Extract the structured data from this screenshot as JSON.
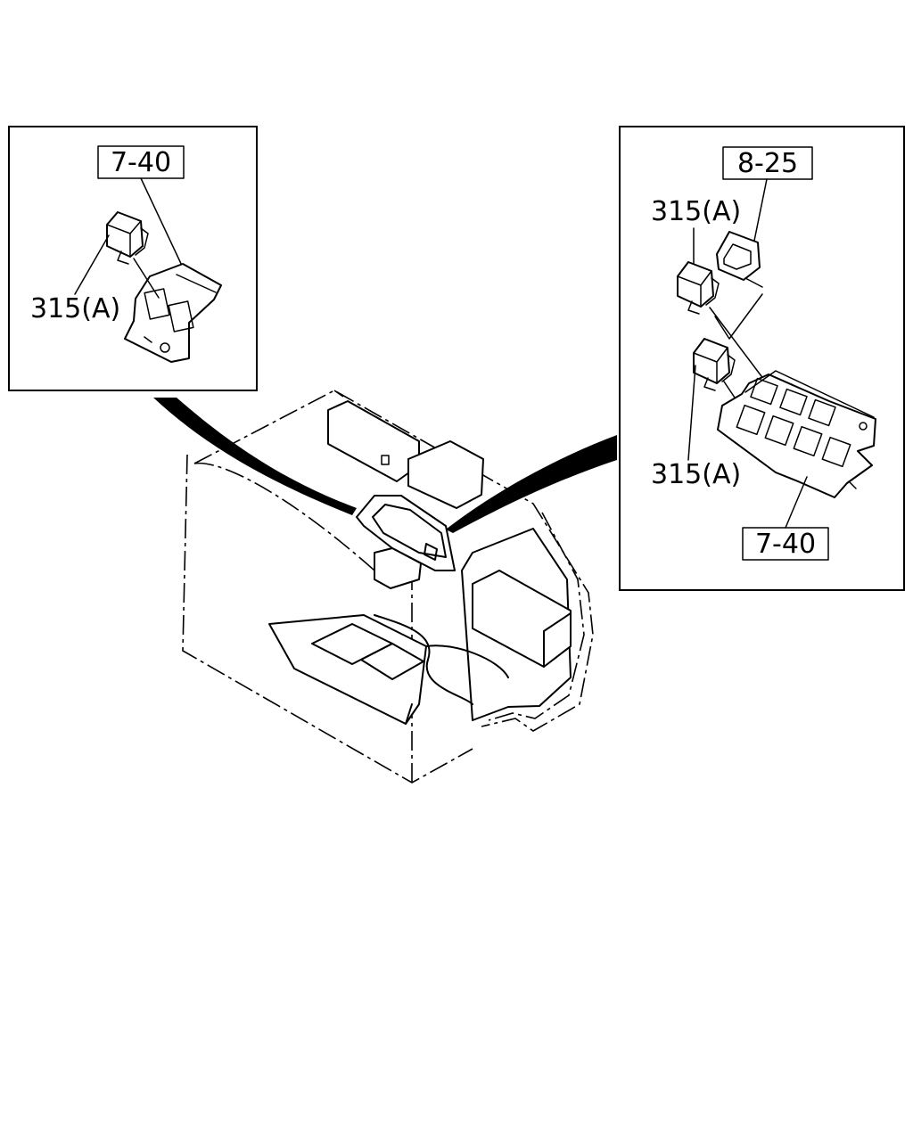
{
  "callouts": {
    "left_ref": "7-40",
    "left_part": "315(A)",
    "right_ref_top": "8-25",
    "right_part_top": "315(A)",
    "right_part_bottom": "315(A)",
    "right_ref_bottom": "7-40"
  }
}
